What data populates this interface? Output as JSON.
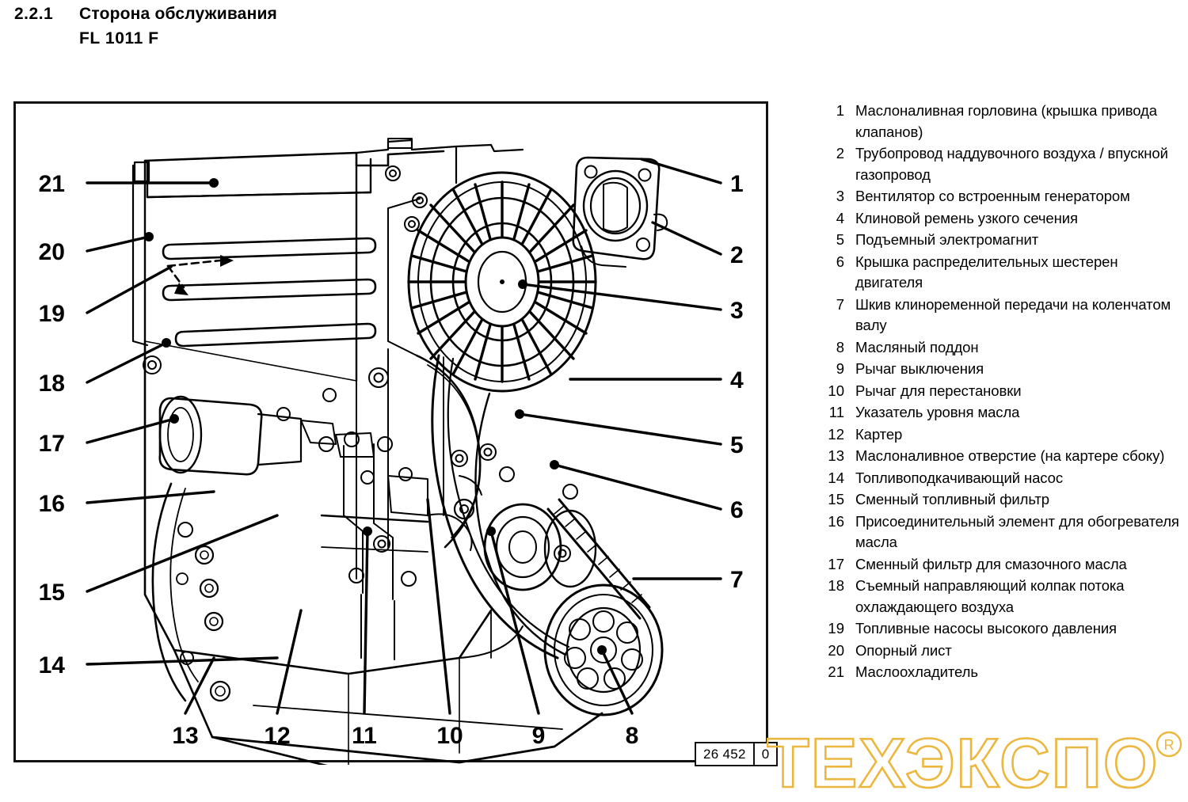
{
  "header": {
    "section_number": "2.2.1",
    "title": "Сторона обслуживания",
    "subtitle": "FL 1011 F"
  },
  "legend": {
    "items": [
      {
        "num": "1",
        "text": "Маслоналивная горловина (крышка привода клапанов)"
      },
      {
        "num": "2",
        "text": "Трубопровод наддувочного воздуха / впускной газопровод"
      },
      {
        "num": "3",
        "text": "Вентилятор со встроенным генератором"
      },
      {
        "num": "4",
        "text": "Клиновой ремень узкого сечения"
      },
      {
        "num": "5",
        "text": "Подъемный электромагнит"
      },
      {
        "num": "6",
        "text": "Крышка распределительных шестерен двигателя"
      },
      {
        "num": "7",
        "text": "Шкив клиноременной передачи на коленчатом валу"
      },
      {
        "num": "8",
        "text": "Масляный поддон"
      },
      {
        "num": "9",
        "text": "Рычаг выключения"
      },
      {
        "num": "10",
        "text": "Рычаг для перестановки"
      },
      {
        "num": "11",
        "text": "Указатель уровня масла"
      },
      {
        "num": "12",
        "text": "Картер"
      },
      {
        "num": "13",
        "text": "Маслоналивное отверстие (на картере сбоку)"
      },
      {
        "num": "14",
        "text": "Топливоподкачивающий насос"
      },
      {
        "num": "15",
        "text": "Сменный топливный фильтр"
      },
      {
        "num": "16",
        "text": "Присоединительный элемент для обогревателя масла"
      },
      {
        "num": "17",
        "text": "Сменный фильтр для смазочного масла"
      },
      {
        "num": "18",
        "text": "Съемный направляющий колпак потока охлаждающего воздуха"
      },
      {
        "num": "19",
        "text": "Топливные насосы высокого давления"
      },
      {
        "num": "20",
        "text": "Опорный лист"
      },
      {
        "num": "21",
        "text": "Маслоохладитель"
      }
    ]
  },
  "figure": {
    "callouts_left": [
      "21",
      "20",
      "19",
      "18",
      "17",
      "16",
      "15",
      "14"
    ],
    "callouts_right": [
      "1",
      "2",
      "3",
      "4",
      "5",
      "6",
      "7"
    ],
    "callouts_bottom": [
      "13",
      "12",
      "11",
      "10",
      "9",
      "8"
    ]
  },
  "part_box": {
    "drawing_number": "26 452",
    "revision": "0"
  },
  "watermark": {
    "text": "ТЕХЭКСПО",
    "registered_mark": "®",
    "color": "#ecb73f"
  }
}
